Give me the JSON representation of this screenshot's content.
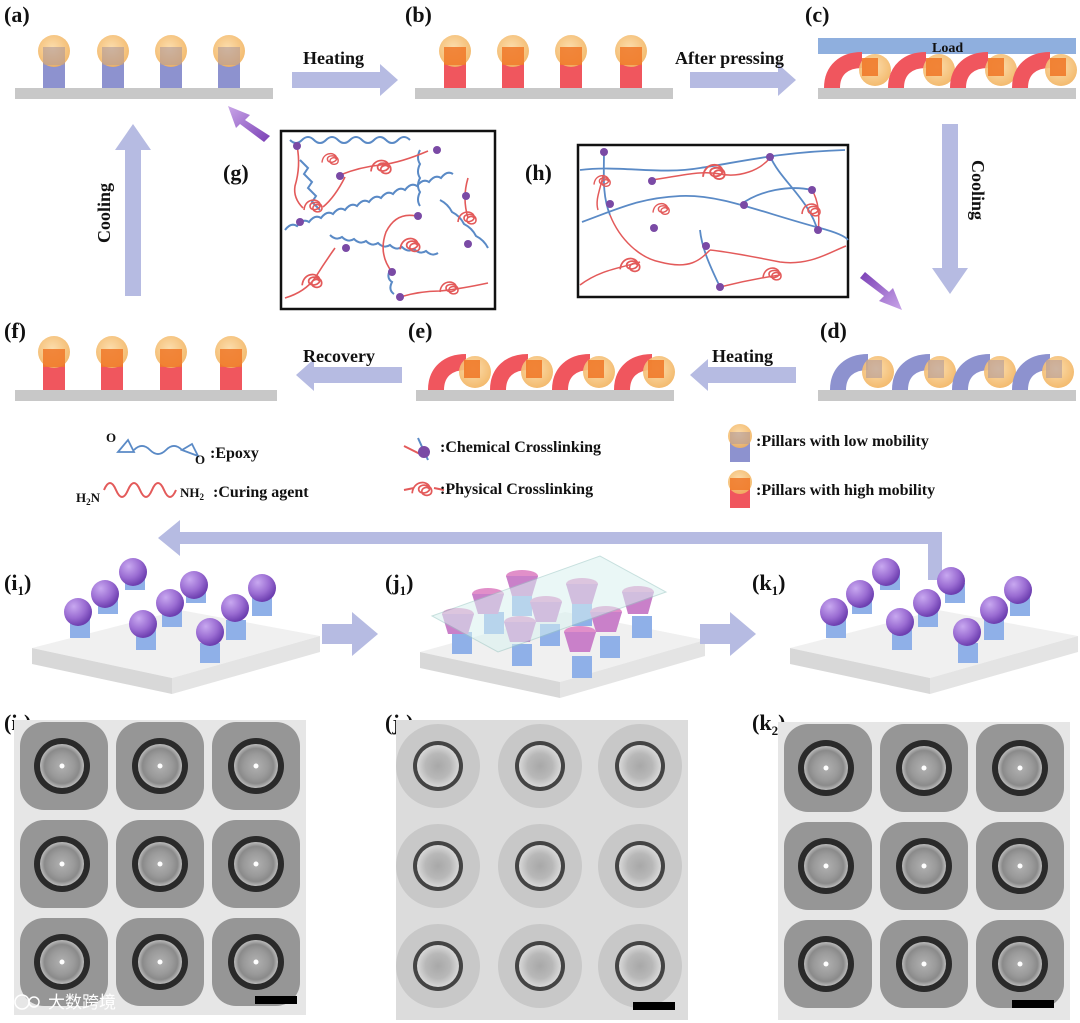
{
  "panels": {
    "a": "(a)",
    "b": "(b)",
    "c": "(c)",
    "d": "(d)",
    "e": "(e)",
    "f": "(f)",
    "g": "(g)",
    "h": "(h)",
    "i1": "(i",
    "j1": "(j",
    "k1": "(k",
    "i2": "(i",
    "j2": "(j",
    "k2": "(k",
    "sub1": "1",
    "sub2": "2",
    "close": ")"
  },
  "steps": {
    "heating_top": "Heating",
    "after_pressing": "After pressing",
    "load": "Load",
    "cooling_right": "Cooling",
    "heating_bottom": "Heating",
    "recovery": "Recovery",
    "cooling_left": "Cooling"
  },
  "legend": {
    "epoxy": ":Epoxy",
    "o_left": "O",
    "o_right": "O",
    "h2n": "H",
    "h2n_sub": "2",
    "h2n_n": "N",
    "nh2": "NH",
    "nh2_sub": "2",
    "curing": ":Curing agent",
    "chemical": ":Chemical Crosslinking",
    "physical": ":Physical Crosslinking",
    "low_mobility": ":Pillars with low mobility",
    "high_mobility": ":Pillars with high mobility"
  },
  "watermark": "大数跨境",
  "colors": {
    "arrow": "#b6bbe2",
    "pillar_low": "#8d92cf",
    "pillar_high": "#f0565e",
    "cap": "#f7c67e",
    "base": "#c8c8c8",
    "epoxy_chain": "#5a8ac6",
    "curing_chain": "#e35a5a",
    "node": "#7a4aa5",
    "sphere": "#9a6cd2"
  }
}
